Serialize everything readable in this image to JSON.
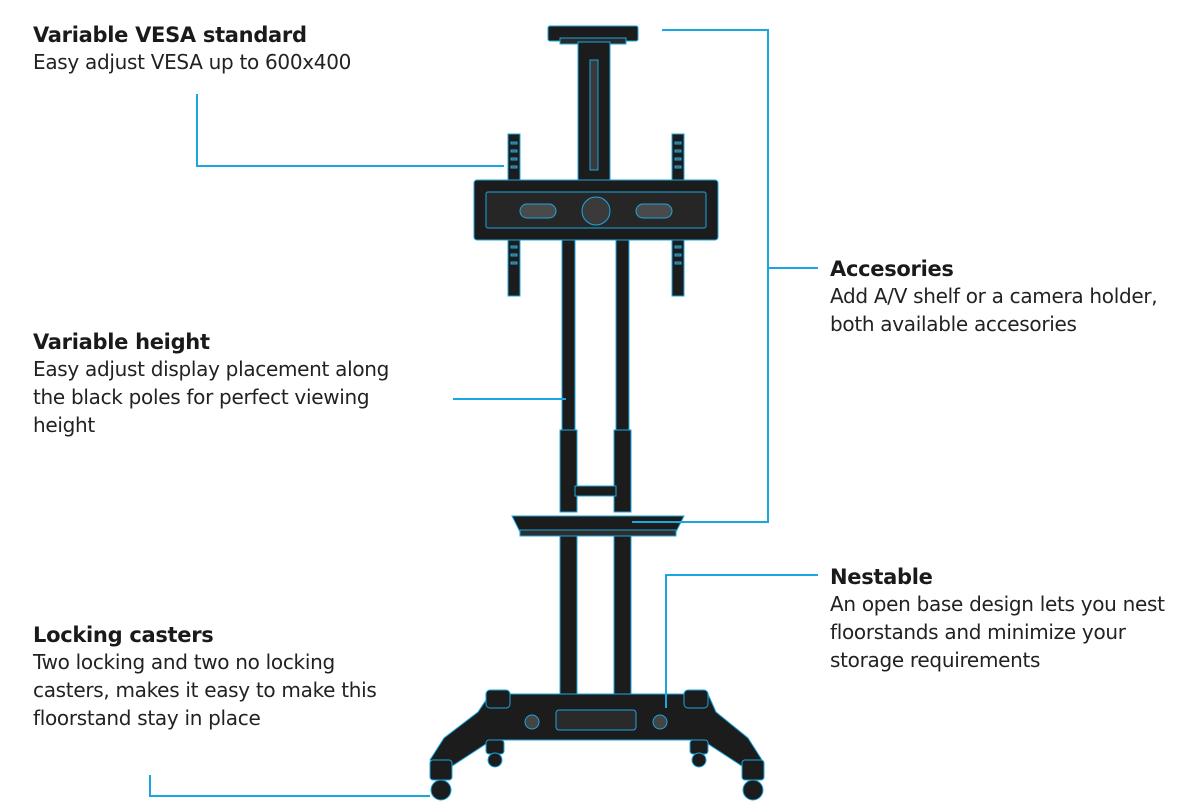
{
  "accent_color": "#1aa7e0",
  "product_color": "#1c1c1c",
  "product_image": "tv-floorstand-icon",
  "callouts": {
    "vesa": {
      "title": "Variable VESA standard",
      "desc": "Easy adjust VESA up to 600x400"
    },
    "height": {
      "title": "Variable height",
      "desc_lines": [
        "Easy adjust display placement along",
        "the black poles for perfect viewing",
        "height"
      ]
    },
    "casters": {
      "title": "Locking casters",
      "desc_lines": [
        "Two locking and two no locking",
        "casters, makes it easy to make this",
        "floorstand stay in place"
      ]
    },
    "accessories": {
      "title": "Accesories",
      "desc_lines": [
        "Add A/V shelf or a camera holder,",
        "both available accesories"
      ]
    },
    "nestable": {
      "title": "Nestable",
      "desc_lines": [
        "An open base design lets you nest",
        "floorstands and minimize your",
        "storage requirements"
      ]
    }
  }
}
